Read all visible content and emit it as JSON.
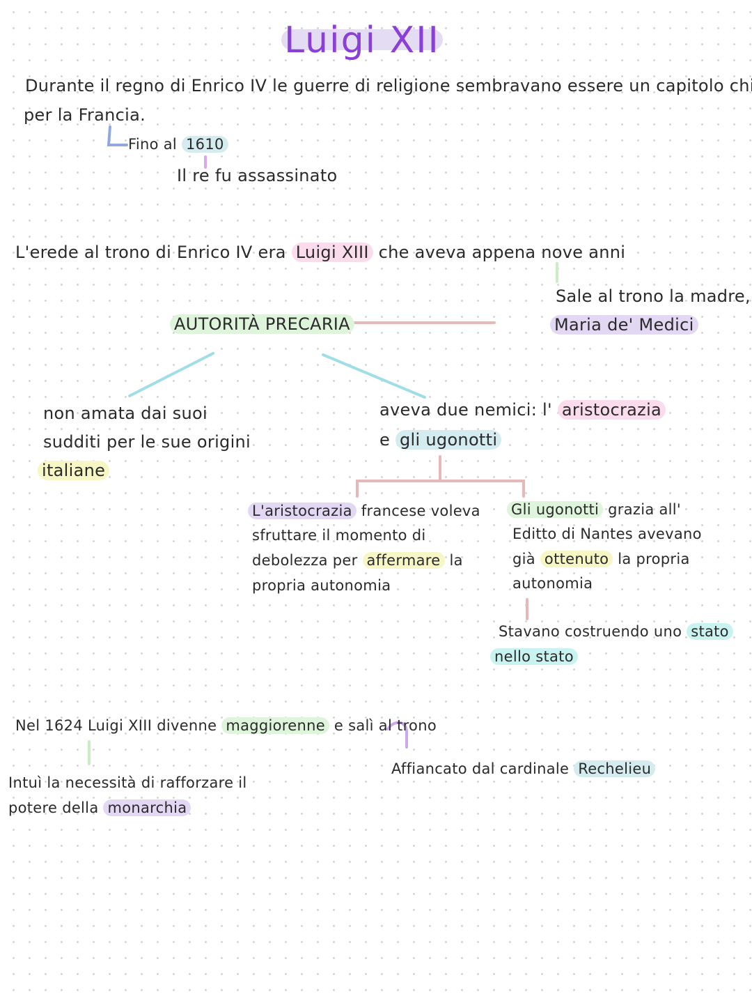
{
  "title": "Luigi XII",
  "intro": {
    "pre": "Durante il regno di Enrico IV le guerre di religione sembravano essere un capitolo chiuso",
    "line2": "per la Francia."
  },
  "until": {
    "pre": "Fino al ",
    "year": "1610"
  },
  "assassinated": "Il re fu assassinato",
  "heir": {
    "pre": "L'erede al trono di Enrico IV era ",
    "name": "Luigi XIII",
    "post": " che aveva appena nove anni"
  },
  "mother": {
    "line1": "Sale al trono la madre,",
    "name": "Maria de' Medici"
  },
  "authority": "AUTORITÀ PRECARIA",
  "left_branch": {
    "line1": "non amata dai suoi",
    "line2": "sudditi per le sue origini",
    "hl": "italiane"
  },
  "right_branch": {
    "pre": "aveva due nemici: l' ",
    "hl1": "aristocrazia",
    "line2_pre": "e ",
    "hl2": "gli ugonotti"
  },
  "aristocracy": {
    "hl": "L'aristocrazia",
    "line1_post": " francese voleva",
    "line2": "sfruttare il momento di",
    "line3_pre": "debolezza per ",
    "line3_hl": "affermare",
    "line3_post": " la",
    "line4": "propria autonomia"
  },
  "huguenots": {
    "hl": "Gli ugonotti",
    "line1_post": " grazia all'",
    "line2": "Editto di Nantes avevano",
    "line3_pre": "già ",
    "line3_hl": "ottenuto",
    "line3_post": " la propria",
    "line4": "autonomia"
  },
  "state": {
    "pre": "Stavano costruendo uno ",
    "hl1": "stato",
    "hl2": "nello stato"
  },
  "majority": {
    "pre": "Nel 1624 Luigi XIII divenne ",
    "hl": "maggiorenne",
    "post": " e salì al trono"
  },
  "cardinal": {
    "pre": "Affiancato dal cardinale ",
    "hl": "Rechelieu"
  },
  "need": {
    "line1": "Intuì la necessità di rafforzare il",
    "line2_pre": "potere della ",
    "line2_hl": "monarchia"
  },
  "colors": {
    "title": "#8a3fd6",
    "purple_highlight": "#e3d8f4",
    "pink_highlight": "#fbdcec",
    "green_highlight": "#def5dc",
    "yellow_highlight": "#f7f7c5",
    "blue_highlight": "#d4ecf0",
    "cyan_highlight": "#c9f3f1"
  }
}
